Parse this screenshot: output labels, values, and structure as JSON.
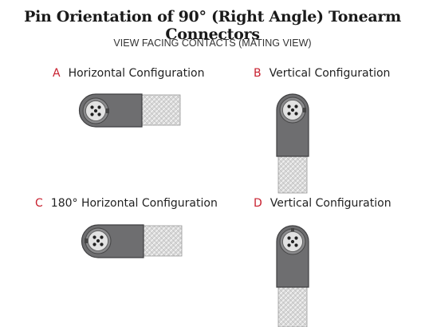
{
  "title": "Pin Orientation of 90° (Right Angle) Tonearm Connectors",
  "subtitle": "VIEW FACING CONTACTS (MATING VIEW)",
  "colors": {
    "accent": "#c8202f",
    "connector": "#6e6e70",
    "face": "#e0e0e0",
    "cable": "#d4d4d4"
  },
  "panels": [
    {
      "letter": "A",
      "label": "Horizontal Configuration"
    },
    {
      "letter": "B",
      "label": "Vertical Configuration"
    },
    {
      "letter": "C",
      "label": "180° Horizontal Configuration"
    },
    {
      "letter": "D",
      "label": "Vertical Configuration"
    }
  ]
}
